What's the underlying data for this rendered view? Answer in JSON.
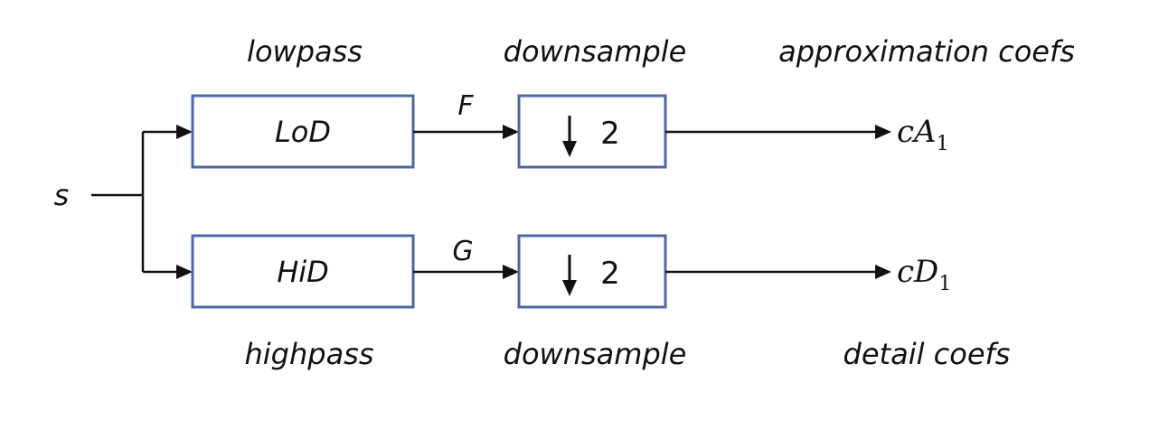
{
  "input": {
    "label": "s"
  },
  "top_row": {
    "filter_caption": "lowpass",
    "filter_label": "LoD",
    "edge_label": "F",
    "downsample_caption": "downsample",
    "downsample_factor": "2",
    "output_caption": "approximation coefs",
    "output_main": "cA",
    "output_sub": "1"
  },
  "bottom_row": {
    "filter_caption": "highpass",
    "filter_label": "HiD",
    "edge_label": "G",
    "downsample_caption": "downsample",
    "downsample_factor": "2",
    "output_caption": "detail coefs",
    "output_main": "cD",
    "output_sub": "1"
  },
  "colors": {
    "box_border": "#4a68a8",
    "line": "#111111"
  },
  "icons": {
    "downsample": "down-arrow-icon"
  }
}
